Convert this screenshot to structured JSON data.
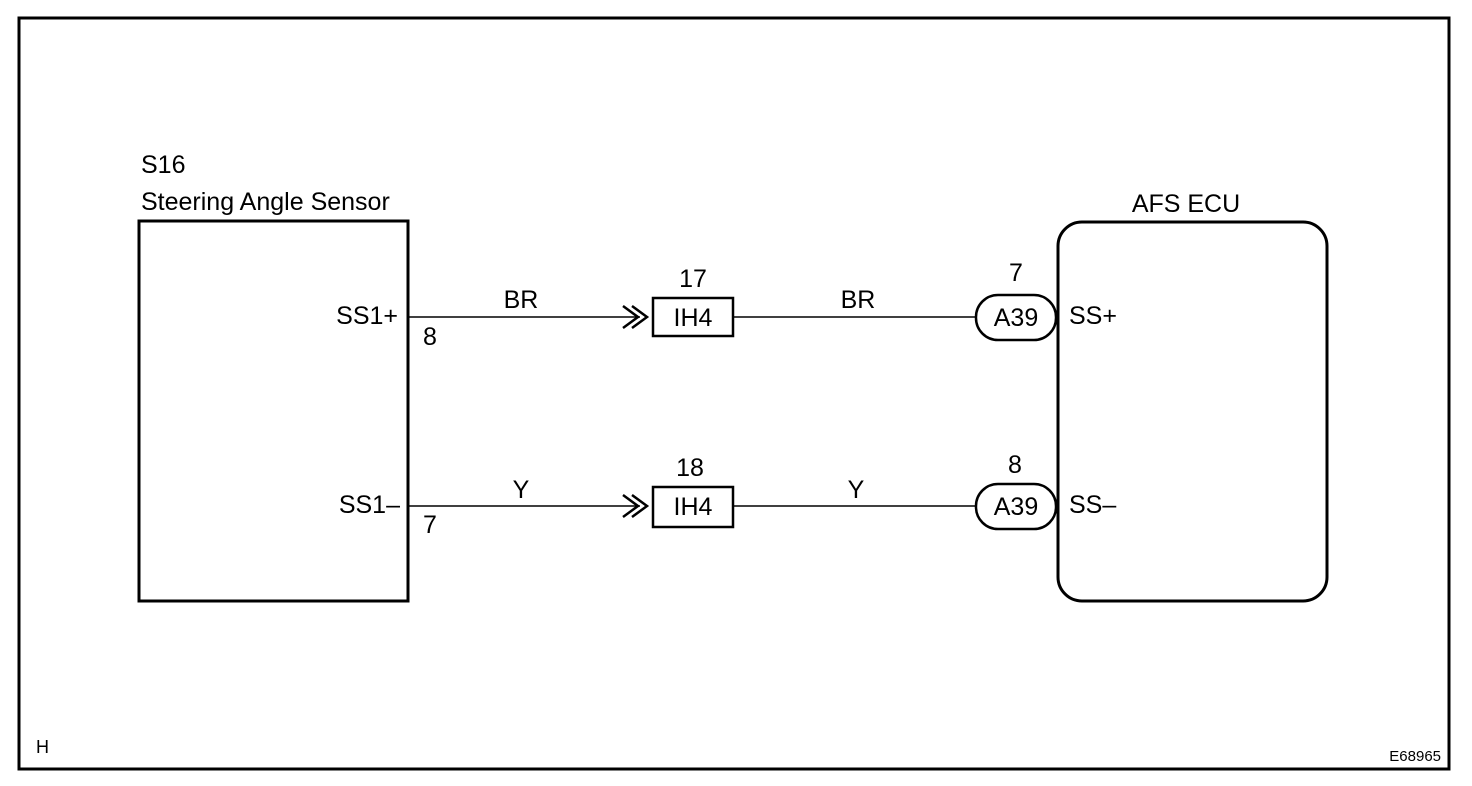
{
  "sensor": {
    "code": "S16",
    "name": "Steering Angle Sensor",
    "pin_top_label": "SS1+",
    "pin_top_number": "8",
    "pin_bottom_label": "SS1–",
    "pin_bottom_number": "7"
  },
  "ecu": {
    "name": "AFS ECU",
    "pin_top_label": "SS+",
    "pin_bottom_label": "SS–"
  },
  "wires": [
    {
      "color_left": "BR",
      "junction_pin": "17",
      "junction_label": "IH4",
      "color_right": "BR",
      "ecu_connector_pin": "7",
      "ecu_connector_label": "A39"
    },
    {
      "color_left": "Y",
      "junction_pin": "18",
      "junction_label": "IH4",
      "color_right": "Y",
      "ecu_connector_pin": "8",
      "ecu_connector_label": "A39"
    }
  ],
  "corner_letter": "H",
  "figure_id": "E68965"
}
